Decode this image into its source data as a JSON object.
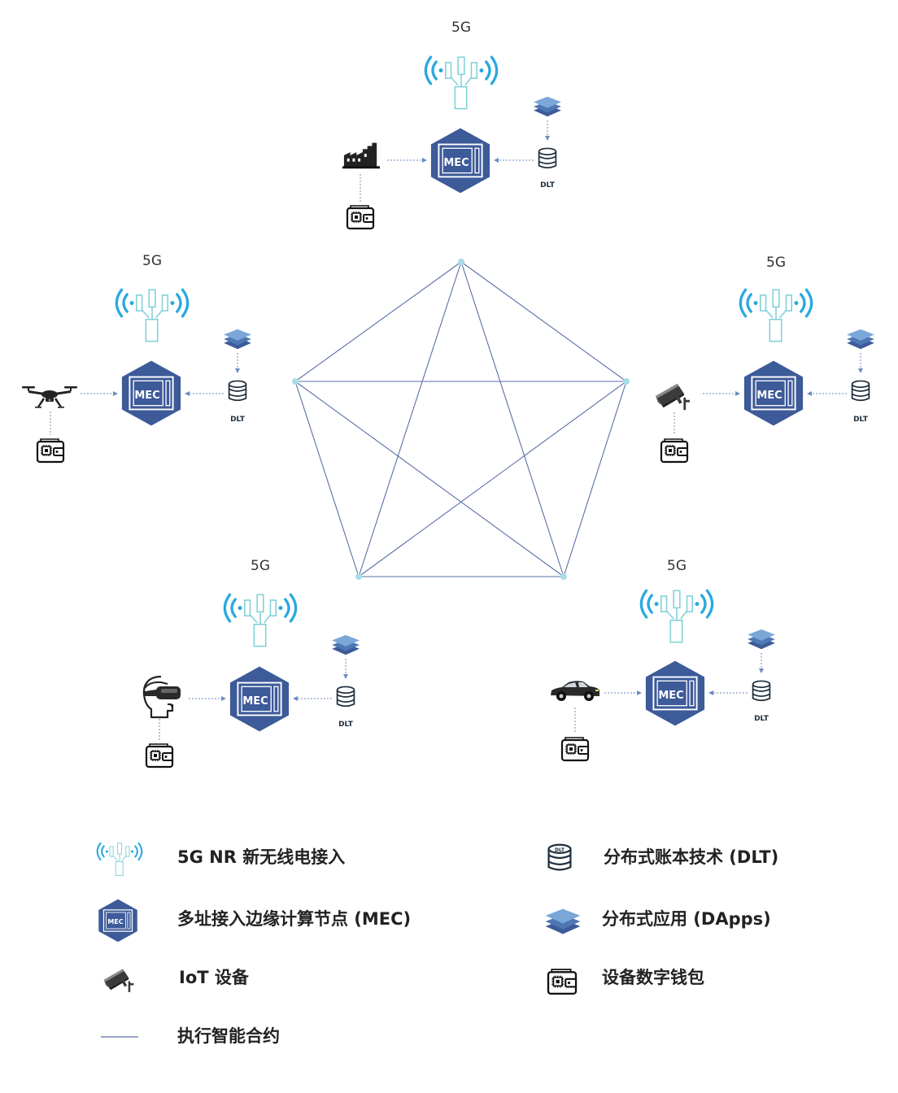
{
  "diagram": {
    "network_label": "5G",
    "mec_label": "MEC",
    "dlt_label": "DLT",
    "nodes": [
      {
        "device": "factory"
      },
      {
        "device": "drone"
      },
      {
        "device": "camera"
      },
      {
        "device": "vr-headset"
      },
      {
        "device": "car"
      }
    ]
  },
  "legend": {
    "items": [
      {
        "icon": "5g-tower-icon",
        "label": "5G NR 新无线电接入"
      },
      {
        "icon": "dlt-database-icon",
        "label": "分布式账本技术 (DLT)"
      },
      {
        "icon": "mec-node-icon",
        "label": "多址接入边缘计算节点 (MEC)"
      },
      {
        "icon": "dapps-layers-icon",
        "label": "分布式应用 (DApps)"
      },
      {
        "icon": "iot-camera-icon",
        "label": "IoT 设备"
      },
      {
        "icon": "wallet-chip-icon",
        "label": "设备数字钱包"
      },
      {
        "icon": "contract-line-icon",
        "label": "执行智能合约"
      }
    ]
  },
  "colors": {
    "contract_line": "#5a6fa8",
    "mec_blue": "#3d5a99",
    "wifi_blue": "#29a8e0",
    "tower_teal": "#7fd0d6",
    "dapps_blue": "#5b8cc4"
  }
}
